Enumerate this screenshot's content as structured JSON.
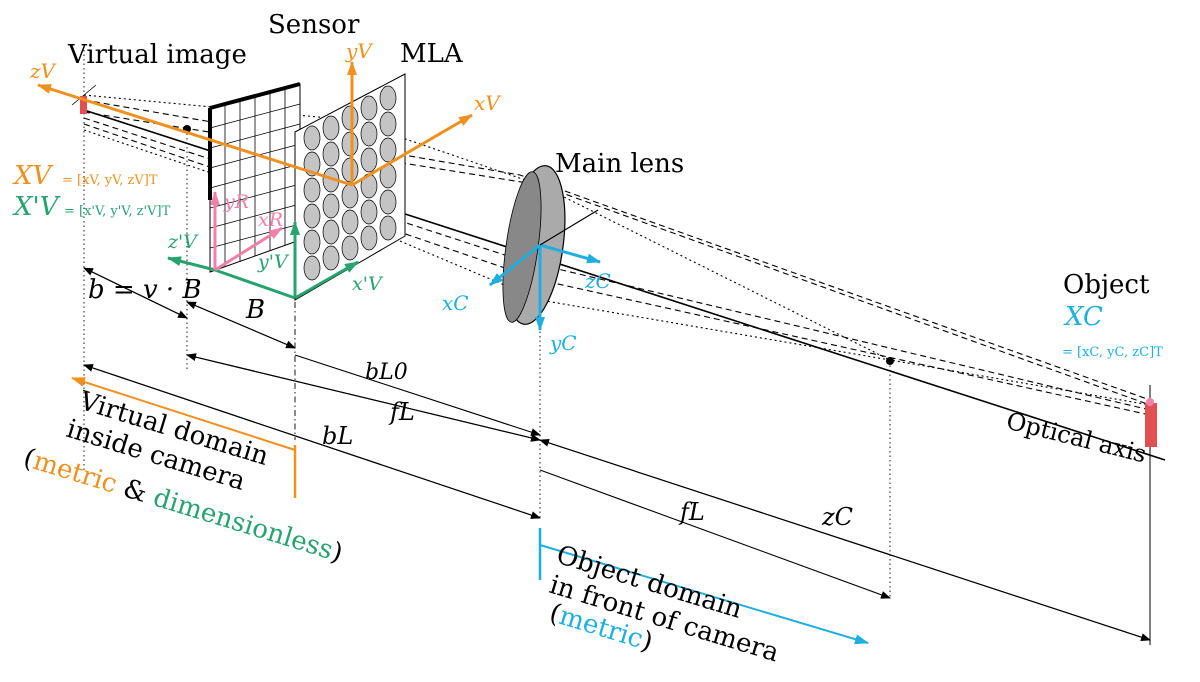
{
  "colors": {
    "orange": "#f0901e",
    "green": "#27a36e",
    "cyan": "#1eaee0",
    "pink": "#f080a8",
    "red": "#e05050",
    "lens_fill": "#aaaaaa",
    "micro_lens_fill": "#c4c4c4",
    "black": "#000000"
  },
  "labels": {
    "sensor": "Sensor",
    "mla": "MLA",
    "virtual_image": "Virtual image",
    "main_lens": "Main lens",
    "object": "Object",
    "optical_axis": "Optical axis"
  },
  "virtual_axes": {
    "z_v": "zV",
    "y_v": "yV",
    "x_v": "xV"
  },
  "raw_axes": {
    "y_r": "yR",
    "x_r": "xR"
  },
  "dimless_axes": {
    "z_v_prime": "z'V",
    "y_v_prime": "y'V",
    "x_v_prime": "x'V"
  },
  "camera_axes": {
    "z_c": "zC",
    "x_c": "xC",
    "y_c": "yC"
  },
  "equations": {
    "x_v_sym": "XV",
    "x_v_def": "= [xV, yV, zV]T",
    "x_v_prime_sym": "X'V",
    "x_v_prime_def": "= [x'V, y'V, z'V]T",
    "x_c_sym": "XC",
    "x_c_def": "= [xC, yC, zC]T"
  },
  "dimensions": {
    "b_eq": "b = v · B",
    "B": "B",
    "b_l0": "bL0",
    "f_l_top": "fL",
    "b_l": "bL",
    "f_l_bottom": "fL",
    "z_c": "zC"
  },
  "domains": {
    "virtual_line1": "Virtual domain",
    "virtual_line2": "inside camera",
    "virtual_open": "(",
    "virtual_metric": "metric",
    "virtual_amp": " & ",
    "virtual_dimless": "dimensionless",
    "virtual_close": ")",
    "object_line1": "Object domain",
    "object_line2": "in front of camera",
    "object_open": "(",
    "object_metric": "metric",
    "object_close": ")"
  }
}
